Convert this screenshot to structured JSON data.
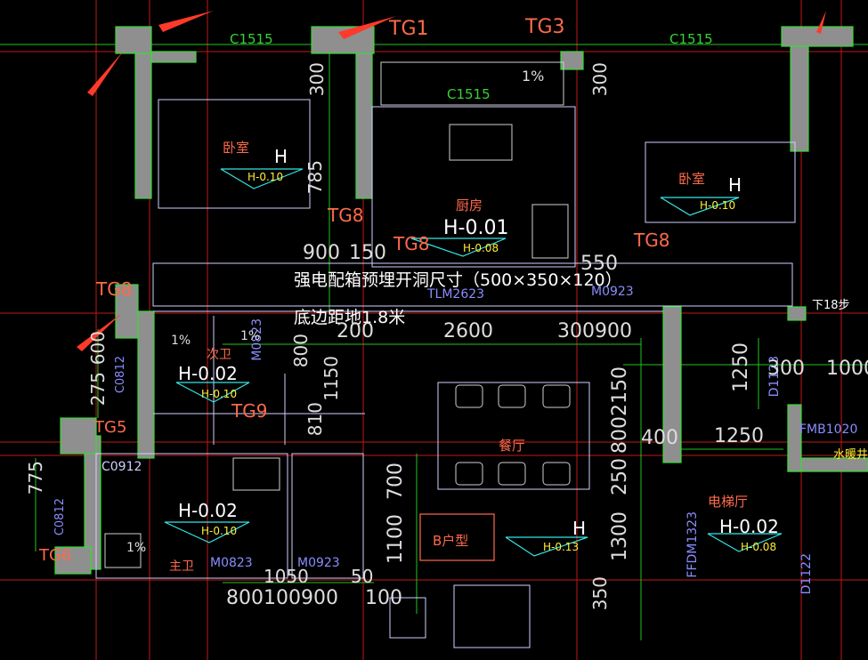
{
  "labels": {
    "window_c1515_left": "C1515",
    "window_c1515_mid": "C1515",
    "window_c1515_right": "C1515",
    "tg1": "TG1",
    "tg3": "TG3",
    "tg8_a": "TG8",
    "tg8_b": "TG8",
    "tg8_c": "TG8",
    "tg8_d": "TG8",
    "tg9": "TG9",
    "tg5": "TG5",
    "tg6": "TG6",
    "room_bedroom_left": "卧室",
    "room_bedroom_right": "卧室",
    "room_kitchen": "厨房",
    "room_dining": "餐厅",
    "room_master_bath": "主卫",
    "room_sub_bath": "次卫",
    "room_elevator_hall": "电梯厅",
    "unit_type": "B户型",
    "stair_note": "下18步",
    "water_note": "水暖井",
    "power_note_line1": "强电配箱预埋开洞尺寸（500×350×120）",
    "power_note_line2": "底边距地1.8米",
    "door_tlm2623": "TLM2623",
    "door_m0923_a": "M0923",
    "door_m0923_b": "M0923",
    "door_m0823_a": "M0823",
    "door_m0823_b": "M0823",
    "door_fdm1323": "FFDM1323",
    "door_d1122": "D1122",
    "door_d1123": "D1123",
    "door_fmb1020": "FMB1020",
    "win_c0812_a": "C0812",
    "win_c0812_b": "C0812",
    "win_c0912": "C0912"
  },
  "levels": [
    {
      "id": "bed-left",
      "big": "H",
      "small": "H-0.10"
    },
    {
      "id": "bed-right",
      "big": "H",
      "small": "H-0.10"
    },
    {
      "id": "kitchen",
      "big": "H-0.01",
      "small": "H-0.08"
    },
    {
      "id": "sub-bath",
      "big": "H-0.02",
      "small": "H-0.10"
    },
    {
      "id": "master-bath",
      "big": "H-0.02",
      "small": "H-0.10"
    },
    {
      "id": "dining",
      "big": "H",
      "small": "H-0.13"
    },
    {
      "id": "elevator",
      "big": "H-0.02",
      "small": "H-0.08"
    }
  ],
  "dimensions": {
    "d300_a": "300",
    "d300_b": "300",
    "d785": "785",
    "d900": "900",
    "d150": "150",
    "d550": "550",
    "d200": "200",
    "d2600": "2600",
    "d300900": "300900",
    "d800": "800",
    "d1150": "1150",
    "d810": "810",
    "d275": "275",
    "d600": "600",
    "d775": "775",
    "d700": "700",
    "d1100": "1100",
    "d1300": "1300",
    "d250": "250",
    "d800b": "800",
    "d2150": "2150",
    "d350": "350",
    "d400": "400",
    "d1250_a": "1250",
    "d1250_b": "1250",
    "d300c": "300",
    "d1000": "1000",
    "d1050": "1050",
    "d50": "50",
    "d800100900": "800100900",
    "d100": "100",
    "slope_a": "1%",
    "slope_b": "1%",
    "slope_c": "1%",
    "slope_d": "1%"
  }
}
